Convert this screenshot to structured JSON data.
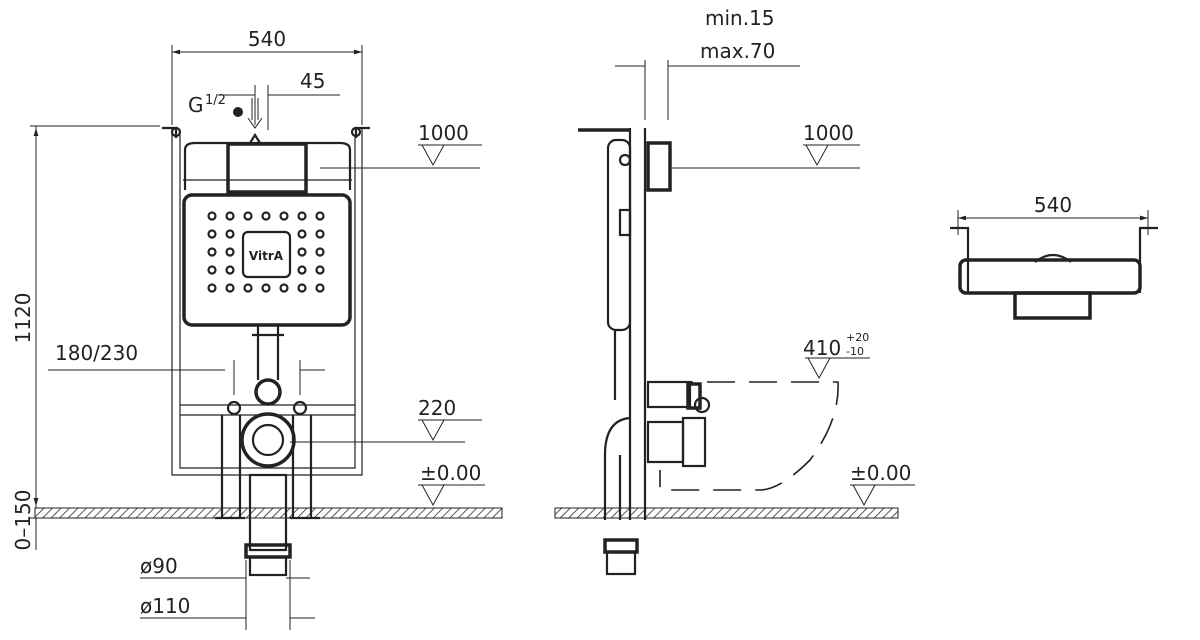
{
  "front_view": {
    "width_dim": "540",
    "offset_dim": "45",
    "inlet_label": "G",
    "inlet_fraction": "1/2",
    "height_dim": "1120",
    "button_level": "1000",
    "leg_spacing": "180/230",
    "outlet_level": "220",
    "floor_level": "±0.00",
    "floor_adjust": "0–150",
    "pipe_d1": "ø90",
    "pipe_d2": "ø110",
    "logo": "VitrA"
  },
  "side_view": {
    "wall_min": "min.15",
    "wall_max": "max.70",
    "button_level": "1000",
    "bowl_level": "410",
    "bowl_tol_plus": "+20",
    "bowl_tol_minus": "-10",
    "floor_level": "±0.00"
  },
  "top_view": {
    "width_dim": "540"
  }
}
